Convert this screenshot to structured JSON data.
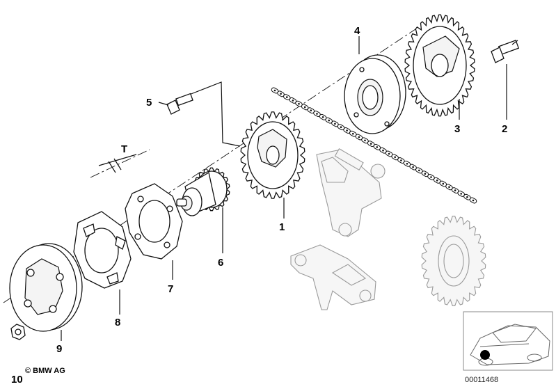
{
  "diagram": {
    "callouts": [
      {
        "id": "1",
        "label": "1"
      },
      {
        "id": "2",
        "label": "2"
      },
      {
        "id": "3",
        "label": "3"
      },
      {
        "id": "4",
        "label": "4"
      },
      {
        "id": "5",
        "label": "5"
      },
      {
        "id": "6",
        "label": "6"
      },
      {
        "id": "7",
        "label": "7"
      },
      {
        "id": "8",
        "label": "8"
      },
      {
        "id": "9",
        "label": "9"
      },
      {
        "id": "10",
        "label": "10"
      },
      {
        "id": "T",
        "label": "T"
      }
    ],
    "copyright": "© BMW AG",
    "doc_number": "00011468"
  }
}
